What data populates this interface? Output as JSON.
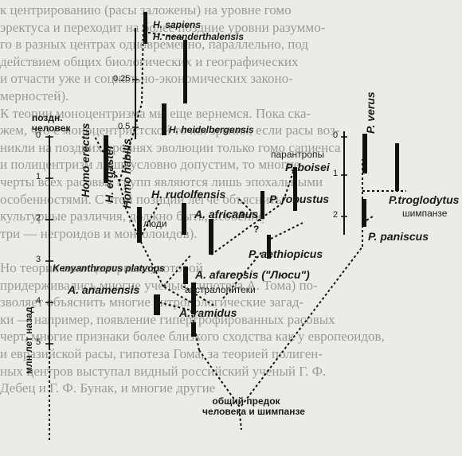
{
  "background_text": [
    "к центрированию (расы заложены) на уровне гомо",
    "эректуса и переходит на более поздние уровни разуммо-",
    "го в разных центрах одновременно, параллельно, под",
    "действием общих биологических и географических",
    "и отчасти уже и социально-экономических законо-",
    "мерностей).",
    "К теории моноцентризма мы еще вернемся. Пока ска-",
    "жем, что с моноцентристской точки зрения, если расы воз-",
    "никли на поздних уровнях эволюции только гомо сапиенса",
    "и полицентризм лишь условно допустим, то многие",
    "черты всех расовых групп являются лишь эпохальными",
    "особенностями. С этой позиции легче объяснить",
    "культурные различия, должно быть, особенно",
    "три — негроидов и монголоидов).",
    "",
    "Но теория полицентризма, которой",
    "придерживались многие ученые, гипотеза А. Тома) по-",
    "зволяет объяснить многие антропологические загад-",
    "ки — например, появление гипертрофированных расовых",
    "черт, многие признаки более близкого сходства как у европеоидов,",
    "и евразийской расы, гипотеза Гома, за теорией полиген-",
    "ных центров выступал видный российский ученый Г. Ф.",
    "Дебец и Г. Ф. Бунак, и многие другие"
  ],
  "labels": {
    "h_sapiens": "H. sapiens",
    "h_neanderthalensis": "H. neanderthalensis",
    "h_heidelbergensis": "H. heidelbergensis",
    "homo_erectus": "Homo erectus",
    "h_ergaster": "H. ergaster",
    "homo_habilis": "Homo habilis",
    "h_rudolfensis": "H. rudolfensis",
    "pozdn_chelovek": "поздн.\nчеловек",
    "lyudi": "люди",
    "paranthropy": "парантропы",
    "p_boisei": "P. boisei",
    "p_robustus": "P. robustus",
    "a_africanus": "A. africanus",
    "p_aethiopicus": "P. aethiopicus",
    "kenyanthropus": "Kenyanthropus platyops",
    "a_afarensis": "A. afarensis (\"Люси\")",
    "a_anamensis": "A. anamensis",
    "australopitheki": "австралопитеки",
    "a_ramidus": "A. ramidus",
    "common_ancestor": "общий предок\nчеловека и шимпанзе",
    "p_verus": "P. verus",
    "p_troglodytes": "P.troglodytus",
    "shimpanze": "шимпанзе",
    "p_paniscus": "P. paniscus",
    "q1": "?",
    "q2": "?",
    "axis_title": "млн лет назад"
  },
  "axis_ticks": [
    "0",
    "1",
    "2",
    "3",
    "4",
    "5"
  ],
  "small_ticks": [
    "0.25",
    "0.5"
  ],
  "chimp_ticks": [
    "0",
    "1",
    "2"
  ]
}
